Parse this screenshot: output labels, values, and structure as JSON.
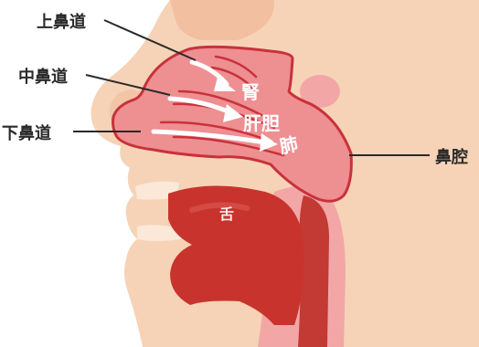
{
  "labels": {
    "superior_meatus": "上鼻道",
    "middle_meatus": "中鼻道",
    "inferior_meatus": "下鼻道",
    "nasal_cavity": "鼻腔",
    "kidney": "腎",
    "liver_gallbladder": "肝胆",
    "lung": "肺",
    "tongue": "舌"
  },
  "colors": {
    "skin": "#f6d3b7",
    "skin_dark": "#f2bfa0",
    "cavity_fill": "#ee8f92",
    "cavity_outline": "#c8323b",
    "mucosa": "#f3a6a6",
    "throat": "#c23a33",
    "tongue": "#c8342d",
    "teeth": "#fbe8d8",
    "accent_banner": "#d8342c",
    "arrow": "#ffffff",
    "line": "#2a2a2a"
  }
}
